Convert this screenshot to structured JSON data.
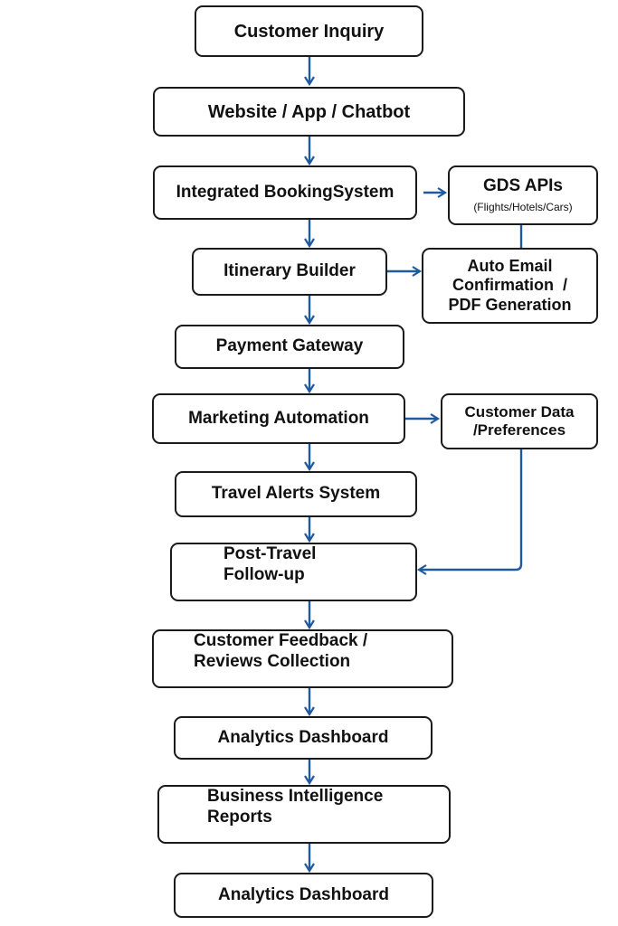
{
  "diagram": {
    "edge_color": "#1f5a9e",
    "nodes": {
      "customer_inquiry": "Customer Inquiry",
      "website_app_chatbot": "Website / App / Chatbot",
      "integrated_booking": "Integrated BookingSystem",
      "gds_apis": "GDS APIs",
      "gds_apis_sub": "(Flights/Hotels/Cars)",
      "itinerary_builder": "Itinerary Builder",
      "auto_email_1": "Auto Email",
      "auto_email_2": "Confirmation  /",
      "auto_email_3": "PDF Generation",
      "payment_gateway": "Payment Gateway",
      "marketing_automation": "Marketing Automation",
      "customer_data_1": "Customer Data",
      "customer_data_2": "/Preferences",
      "travel_alerts": "Travel Alerts System",
      "post_travel_1": "Post-Travel",
      "post_travel_2": "Follow-up",
      "feedback_1": "Customer Feedback /",
      "feedback_2": "Reviews Collection",
      "analytics_1": "Analytics Dashboard",
      "bi_reports_1": "Business Intelligence",
      "bi_reports_2": "Reports",
      "analytics_2": "Analytics Dashboard"
    }
  }
}
